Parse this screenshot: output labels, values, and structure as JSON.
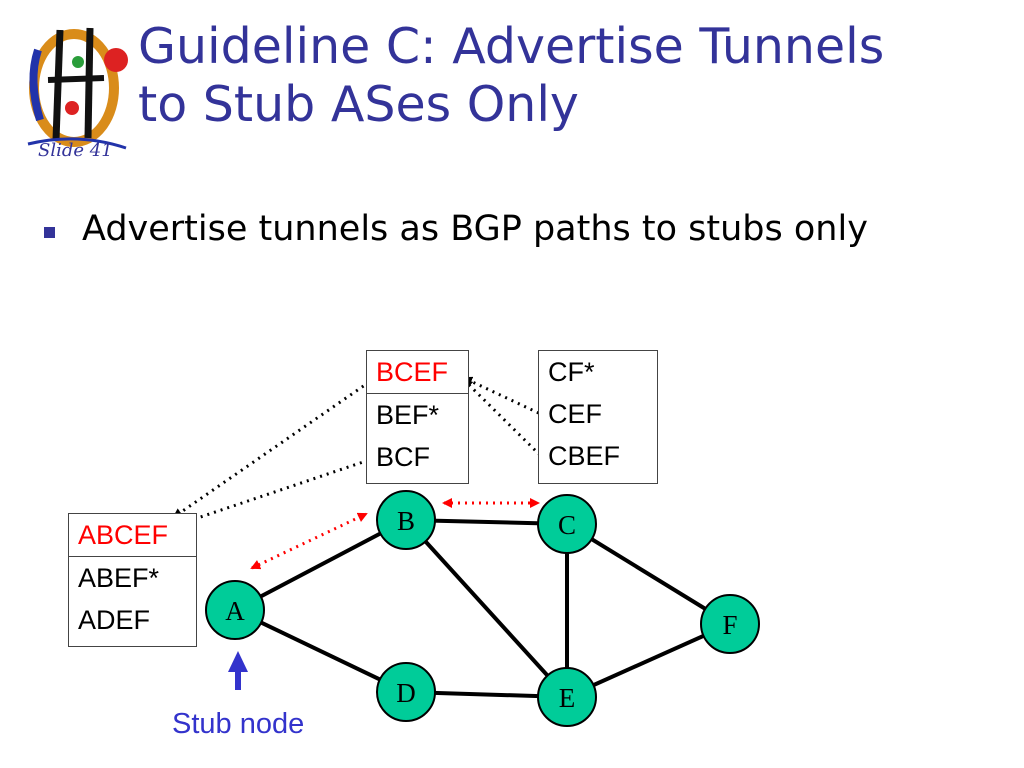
{
  "slide": {
    "title_line1": "Guideline C: Advertise Tunnels",
    "title_line2": "to Stub ASes Only",
    "slide_label": "Slide 41",
    "bullet": "Advertise tunnels as BGP paths to stubs only",
    "stub_label": "Stub node"
  },
  "tables": {
    "b_table": {
      "highlight": "BCEF",
      "rows": [
        "BEF*",
        "BCF"
      ]
    },
    "c_table": {
      "rows": [
        "CF*",
        "CEF",
        "CBEF"
      ]
    },
    "a_table": {
      "highlight": "ABCEF",
      "rows": [
        "ABEF*",
        "ADEF"
      ]
    }
  },
  "graph": {
    "nodes": [
      "A",
      "B",
      "C",
      "D",
      "E",
      "F"
    ],
    "edges": [
      [
        "A",
        "B"
      ],
      [
        "A",
        "D"
      ],
      [
        "B",
        "C"
      ],
      [
        "B",
        "E"
      ],
      [
        "C",
        "E"
      ],
      [
        "C",
        "F"
      ],
      [
        "D",
        "E"
      ],
      [
        "E",
        "F"
      ]
    ],
    "node_color": "#00cc99",
    "title_color": "#333399",
    "highlight_color": "#ff0000"
  }
}
